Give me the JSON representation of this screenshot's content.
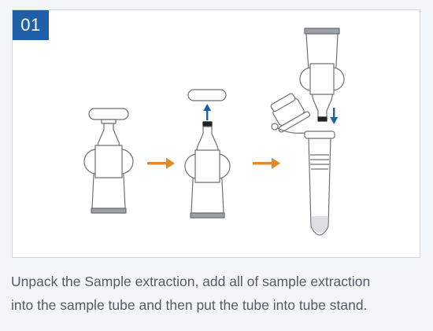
{
  "step": {
    "number": "01"
  },
  "instruction": {
    "line1": "Unpack the Sample extraction, add all of sample extraction",
    "line2": "into the sample tube and then put the tube into tube stand."
  },
  "colors": {
    "badge": "#1f5fa8",
    "arrow_next": "#e08a2c",
    "arrow_motion": "#1f5fa8",
    "outline": "#6d7177",
    "card_border": "#cfd8e3"
  },
  "icons": [
    "extraction-bottle-icon",
    "bottle-cap-icon",
    "sample-tube-icon",
    "arrow-right-icon",
    "arrow-up-icon",
    "arrow-down-icon"
  ]
}
